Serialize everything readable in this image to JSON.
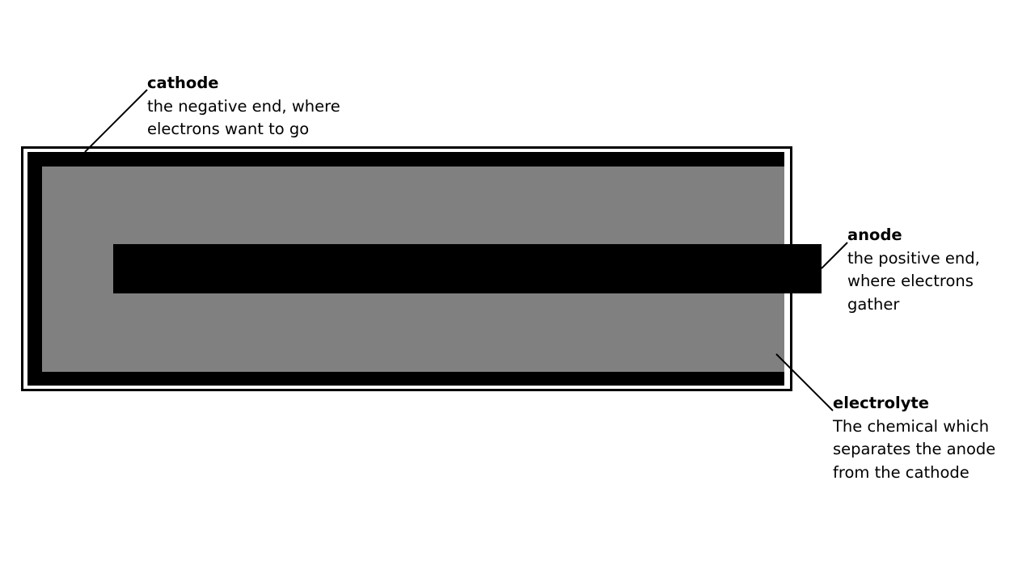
{
  "title": "Battery cell diagram",
  "colors": {
    "electrode": "#000000",
    "electrolyte": "#808080",
    "casing": "#000000"
  },
  "labels": {
    "cathode": {
      "term": "cathode",
      "desc_lines": [
        "the negative end, where",
        "electrons want to go"
      ]
    },
    "anode": {
      "term": "anode",
      "desc_lines": [
        "the positive end,",
        "where electrons",
        "gather"
      ]
    },
    "electrolyte": {
      "term": "electrolyte",
      "desc_lines": [
        "The chemical which",
        "separates the anode",
        "from the cathode"
      ]
    }
  }
}
